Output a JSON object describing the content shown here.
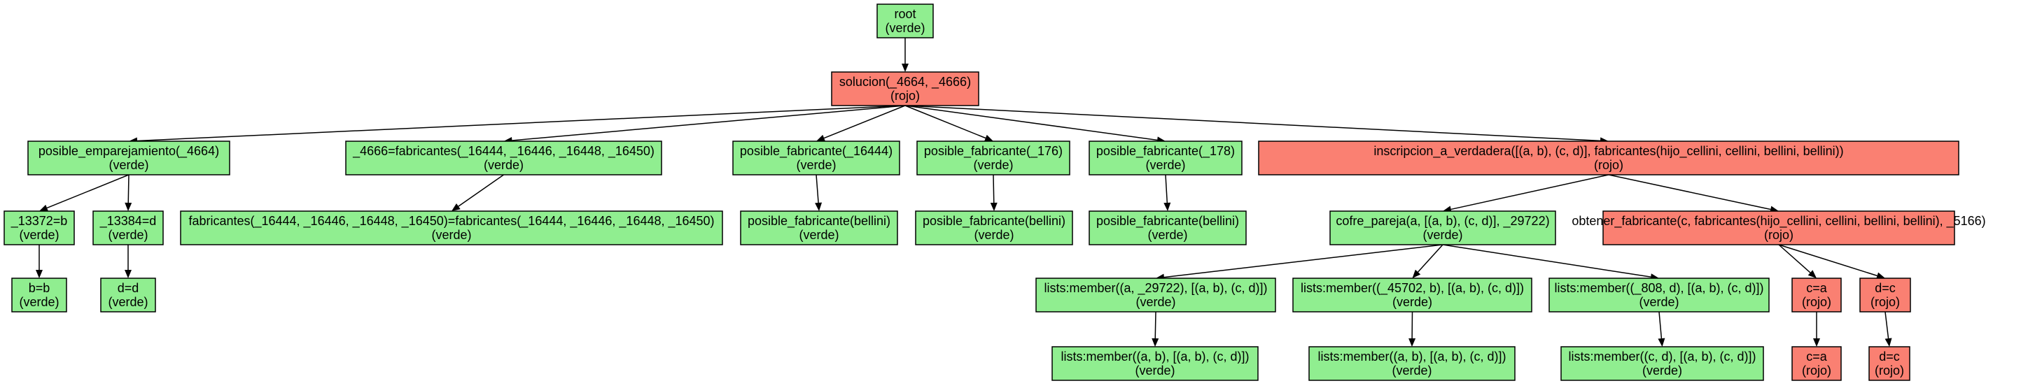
{
  "colors": {
    "verde": "#90ee90",
    "rojo": "#fa8072",
    "edge": "#000000"
  },
  "nodes": [
    {
      "id": "root",
      "label": "root",
      "status": "(verde)",
      "color": "verde"
    },
    {
      "id": "solucion",
      "label": "solucion(_4664, _4666)",
      "status": "(rojo)",
      "color": "rojo"
    },
    {
      "id": "posible_emparejamiento",
      "label": "posible_emparejamiento(_4664)",
      "status": "(verde)",
      "color": "verde"
    },
    {
      "id": "n4666_fabricantes",
      "label": "_4666=fabricantes(_16444, _16446, _16448, _16450)",
      "status": "(verde)",
      "color": "verde"
    },
    {
      "id": "posible_fabricante_16444",
      "label": "posible_fabricante(_16444)",
      "status": "(verde)",
      "color": "verde"
    },
    {
      "id": "posible_fabricante_176",
      "label": "posible_fabricante(_176)",
      "status": "(verde)",
      "color": "verde"
    },
    {
      "id": "posible_fabricante_178",
      "label": "posible_fabricante(_178)",
      "status": "(verde)",
      "color": "verde"
    },
    {
      "id": "inscripcion",
      "label": "inscripcion_a_verdadera([(a, b), (c, d)], fabricantes(hijo_cellini, cellini, bellini, bellini))",
      "status": "(rojo)",
      "color": "rojo"
    },
    {
      "id": "n13372",
      "label": "_13372=b",
      "status": "(verde)",
      "color": "verde"
    },
    {
      "id": "n13384",
      "label": "_13384=d",
      "status": "(verde)",
      "color": "verde"
    },
    {
      "id": "fabricantes_eq",
      "label": "fabricantes(_16444, _16446, _16448, _16450)=fabricantes(_16444, _16446, _16448, _16450)",
      "status": "(verde)",
      "color": "verde"
    },
    {
      "id": "pf_bellini_1",
      "label": "posible_fabricante(bellini)",
      "status": "(verde)",
      "color": "verde"
    },
    {
      "id": "pf_bellini_2",
      "label": "posible_fabricante(bellini)",
      "status": "(verde)",
      "color": "verde"
    },
    {
      "id": "pf_bellini_3",
      "label": "posible_fabricante(bellini)",
      "status": "(verde)",
      "color": "verde"
    },
    {
      "id": "cofre_pareja",
      "label": "cofre_pareja(a, [(a, b), (c, d)], _29722)",
      "status": "(verde)",
      "color": "verde"
    },
    {
      "id": "obtener_fabricante",
      "label": "obtener_fabricante(c, fabricantes(hijo_cellini, cellini, bellini, bellini), _5166)",
      "status": "(rojo)",
      "color": "rojo"
    },
    {
      "id": "bb",
      "label": "b=b",
      "status": "(verde)",
      "color": "verde"
    },
    {
      "id": "dd",
      "label": "d=d",
      "status": "(verde)",
      "color": "verde"
    },
    {
      "id": "member_a",
      "label": "lists:member((a, _29722), [(a, b), (c, d)])",
      "status": "(verde)",
      "color": "verde"
    },
    {
      "id": "member_45702",
      "label": "lists:member((_45702, b), [(a, b), (c, d)])",
      "status": "(verde)",
      "color": "verde"
    },
    {
      "id": "member_808",
      "label": "lists:member((_808, d), [(a, b), (c, d)])",
      "status": "(verde)",
      "color": "verde"
    },
    {
      "id": "ca_1",
      "label": "c=a",
      "status": "(rojo)",
      "color": "rojo"
    },
    {
      "id": "dc_1",
      "label": "d=c",
      "status": "(rojo)",
      "color": "rojo"
    },
    {
      "id": "member_ab_1",
      "label": "lists:member((a, b), [(a, b), (c, d)])",
      "status": "(verde)",
      "color": "verde"
    },
    {
      "id": "member_ab_2",
      "label": "lists:member((a, b), [(a, b), (c, d)])",
      "status": "(verde)",
      "color": "verde"
    },
    {
      "id": "member_cd",
      "label": "lists:member((c, d), [(a, b), (c, d)])",
      "status": "(verde)",
      "color": "verde"
    },
    {
      "id": "ca_2",
      "label": "c=a",
      "status": "(rojo)",
      "color": "rojo"
    },
    {
      "id": "dc_2",
      "label": "d=c",
      "status": "(rojo)",
      "color": "rojo"
    }
  ],
  "edges": [
    [
      "root",
      "solucion"
    ],
    [
      "solucion",
      "posible_emparejamiento"
    ],
    [
      "solucion",
      "n4666_fabricantes"
    ],
    [
      "solucion",
      "posible_fabricante_16444"
    ],
    [
      "solucion",
      "posible_fabricante_176"
    ],
    [
      "solucion",
      "posible_fabricante_178"
    ],
    [
      "solucion",
      "inscripcion"
    ],
    [
      "posible_emparejamiento",
      "n13372"
    ],
    [
      "posible_emparejamiento",
      "n13384"
    ],
    [
      "n4666_fabricantes",
      "fabricantes_eq"
    ],
    [
      "posible_fabricante_16444",
      "pf_bellini_1"
    ],
    [
      "posible_fabricante_176",
      "pf_bellini_2"
    ],
    [
      "posible_fabricante_178",
      "pf_bellini_3"
    ],
    [
      "inscripcion",
      "cofre_pareja"
    ],
    [
      "inscripcion",
      "obtener_fabricante"
    ],
    [
      "n13372",
      "bb"
    ],
    [
      "n13384",
      "dd"
    ],
    [
      "cofre_pareja",
      "member_a"
    ],
    [
      "cofre_pareja",
      "member_45702"
    ],
    [
      "cofre_pareja",
      "member_808"
    ],
    [
      "obtener_fabricante",
      "ca_1"
    ],
    [
      "obtener_fabricante",
      "dc_1"
    ],
    [
      "member_a",
      "member_ab_1"
    ],
    [
      "member_45702",
      "member_ab_2"
    ],
    [
      "member_808",
      "member_cd"
    ],
    [
      "ca_1",
      "ca_2"
    ],
    [
      "dc_1",
      "dc_2"
    ]
  ]
}
